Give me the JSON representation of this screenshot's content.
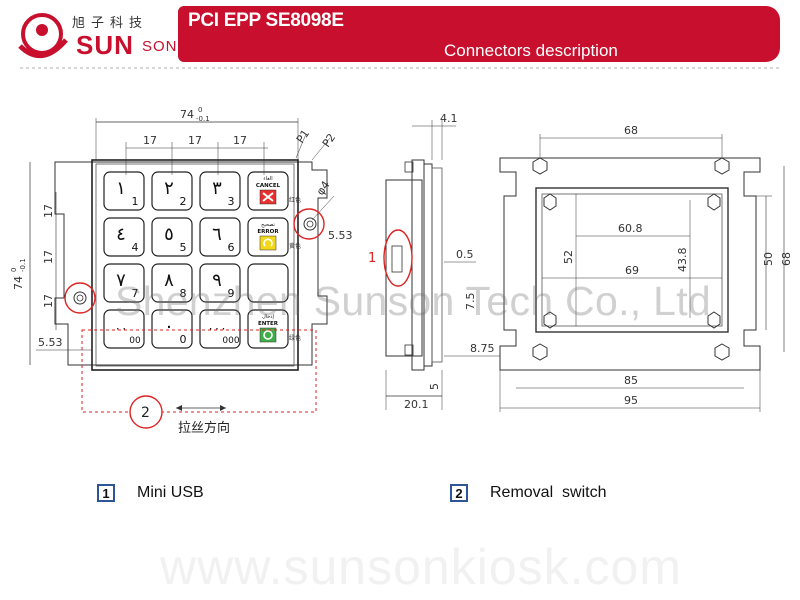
{
  "brand": {
    "chinese_name": "旭子科技",
    "name_big": "SUN",
    "name_small": "SON"
  },
  "header": {
    "title": "PCI EPP SE8098E",
    "subtitle": "Connectors description"
  },
  "keypad": {
    "keys": [
      {
        "label": "١",
        "sub": "1"
      },
      {
        "label": "٢",
        "sub": "2"
      },
      {
        "label": "٣",
        "sub": "3"
      },
      {
        "label": "CANCEL",
        "sub": "",
        "func": "cancel"
      },
      {
        "label": "٤",
        "sub": "4"
      },
      {
        "label": "٥",
        "sub": "5"
      },
      {
        "label": "٦",
        "sub": "6"
      },
      {
        "label": "ERROR",
        "sub": "",
        "func": "error"
      },
      {
        "label": "٧",
        "sub": "7"
      },
      {
        "label": "٨",
        "sub": "8"
      },
      {
        "label": "٩",
        "sub": "9"
      },
      {
        "label": "",
        "sub": "",
        "func": "blank"
      },
      {
        "label": "٠٠",
        "sub": "00"
      },
      {
        "label": "٠",
        "sub": "0"
      },
      {
        "label": "٠٠٠",
        "sub": "000"
      },
      {
        "label": "ENTER",
        "sub": "",
        "func": "enter"
      }
    ],
    "func_arabic": {
      "cancel": "الغاء",
      "error": "تصحيح",
      "enter": "إدخال"
    },
    "color_notes": {
      "red": "红色",
      "yellow": "黄色",
      "green": "绿色"
    },
    "colors": {
      "cancel": "#e8312e",
      "error": "#f2d81a",
      "enter": "#3fae49"
    }
  },
  "dims": {
    "front_width": "74",
    "front_width_tol_top": "0",
    "front_width_tol_bottom": "-0.1",
    "front_height": "74",
    "front_height_tol_top": "0",
    "front_height_tol_bottom": "-0.1",
    "pitch": "17",
    "margin": "5.53",
    "p1": "P1",
    "p2": "P2",
    "hole": "φ4",
    "side_top": "4.1",
    "side_gap": "0.5",
    "side_a": "7.5",
    "side_b": "8.75",
    "side_c": "5",
    "side_depth": "20.1",
    "back_top": "68",
    "back_inner_w": "60.8",
    "back_inner_h": "52",
    "back_h2": "43.8",
    "back_w2": "69",
    "back_w3": "85",
    "back_w4": "95",
    "back_h3": "50",
    "back_h4": "68",
    "scratch_dir": "拉丝方向"
  },
  "callouts": {
    "one": "1",
    "two": "2"
  },
  "legend": [
    {
      "num": "1",
      "text": "Mini USB"
    },
    {
      "num": "2",
      "text": "Removal  switch"
    }
  ],
  "watermarks": {
    "main": "Shenzhen Sunson Tech Co., Ltd",
    "site": "www.sunsonkiosk.com"
  },
  "accent_color": "#c8102e"
}
